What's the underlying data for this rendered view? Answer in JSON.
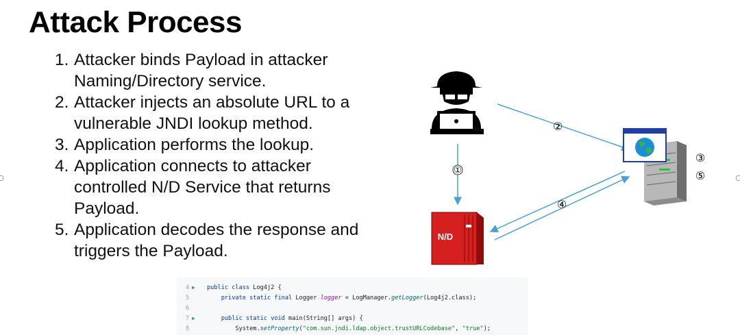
{
  "title": "Attack Process",
  "steps": [
    {
      "num": "1.",
      "lines": [
        "Attacker binds Payload in attacker",
        "Naming/Directory service."
      ]
    },
    {
      "num": "2.",
      "lines": [
        "Attacker injects an absolute URL to a",
        "vulnerable JNDI lookup method."
      ]
    },
    {
      "num": "3.",
      "lines": [
        "Application performs the lookup."
      ]
    },
    {
      "num": "4.",
      "lines": [
        "Application connects to attacker",
        "controlled N/D Service that returns",
        "Payload."
      ]
    },
    {
      "num": "5.",
      "lines": [
        "Application decodes the response and",
        "triggers the Payload."
      ]
    }
  ],
  "diagram": {
    "nd_server_label": "N/D",
    "markers": {
      "m1": "①",
      "m2": "②",
      "m3": "③",
      "m4": "④",
      "m5": "⑤"
    },
    "arrow_color": "#4a9fd8",
    "nd_color": "#d62020",
    "hacker_icon": "hacker-icon",
    "app_server_icon": "server-globe-icon"
  },
  "code": {
    "lines": [
      {
        "n": "4",
        "run": "▶",
        "parts": [
          [
            "kw",
            "public class "
          ],
          [
            "",
            "Log4j2 {"
          ]
        ]
      },
      {
        "n": "5",
        "run": "",
        "parts": [
          [
            "",
            "    "
          ],
          [
            "kw",
            "private static final "
          ],
          [
            "",
            "Logger "
          ],
          [
            "it",
            "logger"
          ],
          [
            "",
            " = LogManager."
          ],
          [
            "mth",
            "getLogger"
          ],
          [
            "",
            "(Log4j2.class);"
          ]
        ]
      },
      {
        "n": "6",
        "run": "",
        "parts": []
      },
      {
        "n": "7",
        "run": "▶",
        "parts": [
          [
            "",
            "    "
          ],
          [
            "kw",
            "public static void "
          ],
          [
            "",
            "main(String[] args) {"
          ]
        ]
      },
      {
        "n": "8",
        "run": "",
        "parts": [
          [
            "",
            "        System."
          ],
          [
            "mth",
            "setProperty"
          ],
          [
            "",
            "("
          ],
          [
            "str",
            "\"com.sun.jndi.ldap.object.trustURLCodebase\""
          ],
          [
            "",
            ", "
          ],
          [
            "str",
            "\"true\""
          ],
          [
            "",
            ");"
          ]
        ]
      }
    ]
  }
}
